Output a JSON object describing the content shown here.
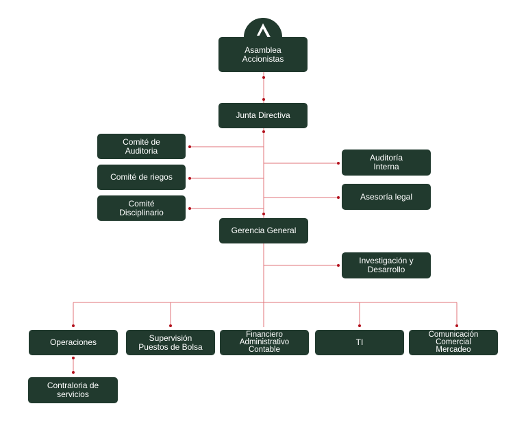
{
  "org_chart": {
    "nodes": {
      "asamblea": "Asamblea\nAccionistas",
      "junta": "Junta Directiva",
      "comite_auditoria": "Comité de\nAuditoria",
      "comite_riesgos": "Comité de riegos",
      "comite_disciplinario": "Comité\nDisciplinario",
      "auditoria_interna": "Auditoría\nInterna",
      "asesoria_legal": "Asesoría legal",
      "gerencia": "Gerencia General",
      "investigacion": "Investigación y\nDesarrollo",
      "operaciones": "Operaciones",
      "supervision": "Supervisión\nPuestos de Bolsa",
      "financiero": "Financiero\nAdministrativo\nContable",
      "ti": "TI",
      "comunicacion": "Comunicación\nComercial\nMercadeo",
      "contraloria": "Contraloria de\nservicios"
    },
    "colors": {
      "box": "#213a2e",
      "text": "#ffffff",
      "connector": "#e0737a",
      "dot": "#b3121d"
    },
    "logo_icon": "company-logo-icon"
  }
}
